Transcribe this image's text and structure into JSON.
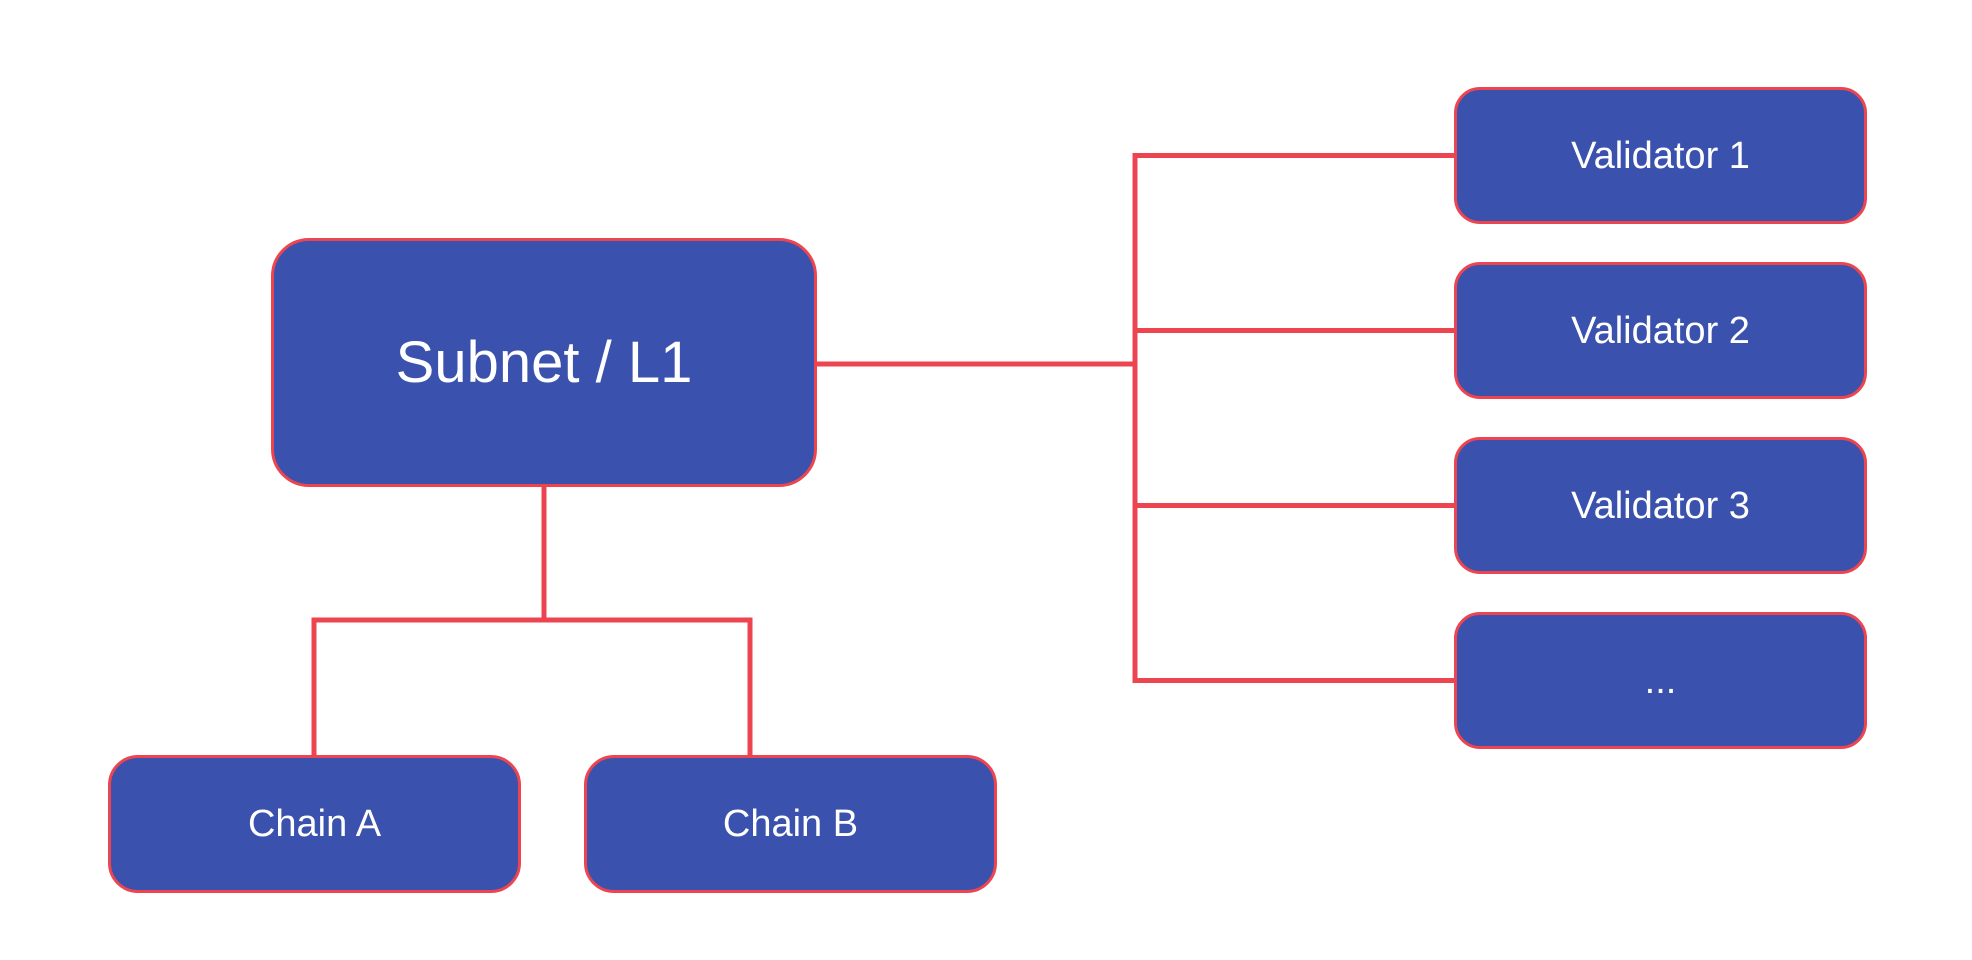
{
  "colors": {
    "box_fill": "#3a51ae",
    "line": "#ed4550",
    "text": "#ffffff",
    "background": "#ffffff"
  },
  "nodes": {
    "subnet": {
      "label": "Subnet / L1"
    },
    "chains": [
      {
        "label": "Chain A"
      },
      {
        "label": "Chain B"
      }
    ],
    "validators": [
      {
        "label": "Validator 1"
      },
      {
        "label": "Validator 2"
      },
      {
        "label": "Validator 3"
      },
      {
        "label": "..."
      }
    ]
  }
}
